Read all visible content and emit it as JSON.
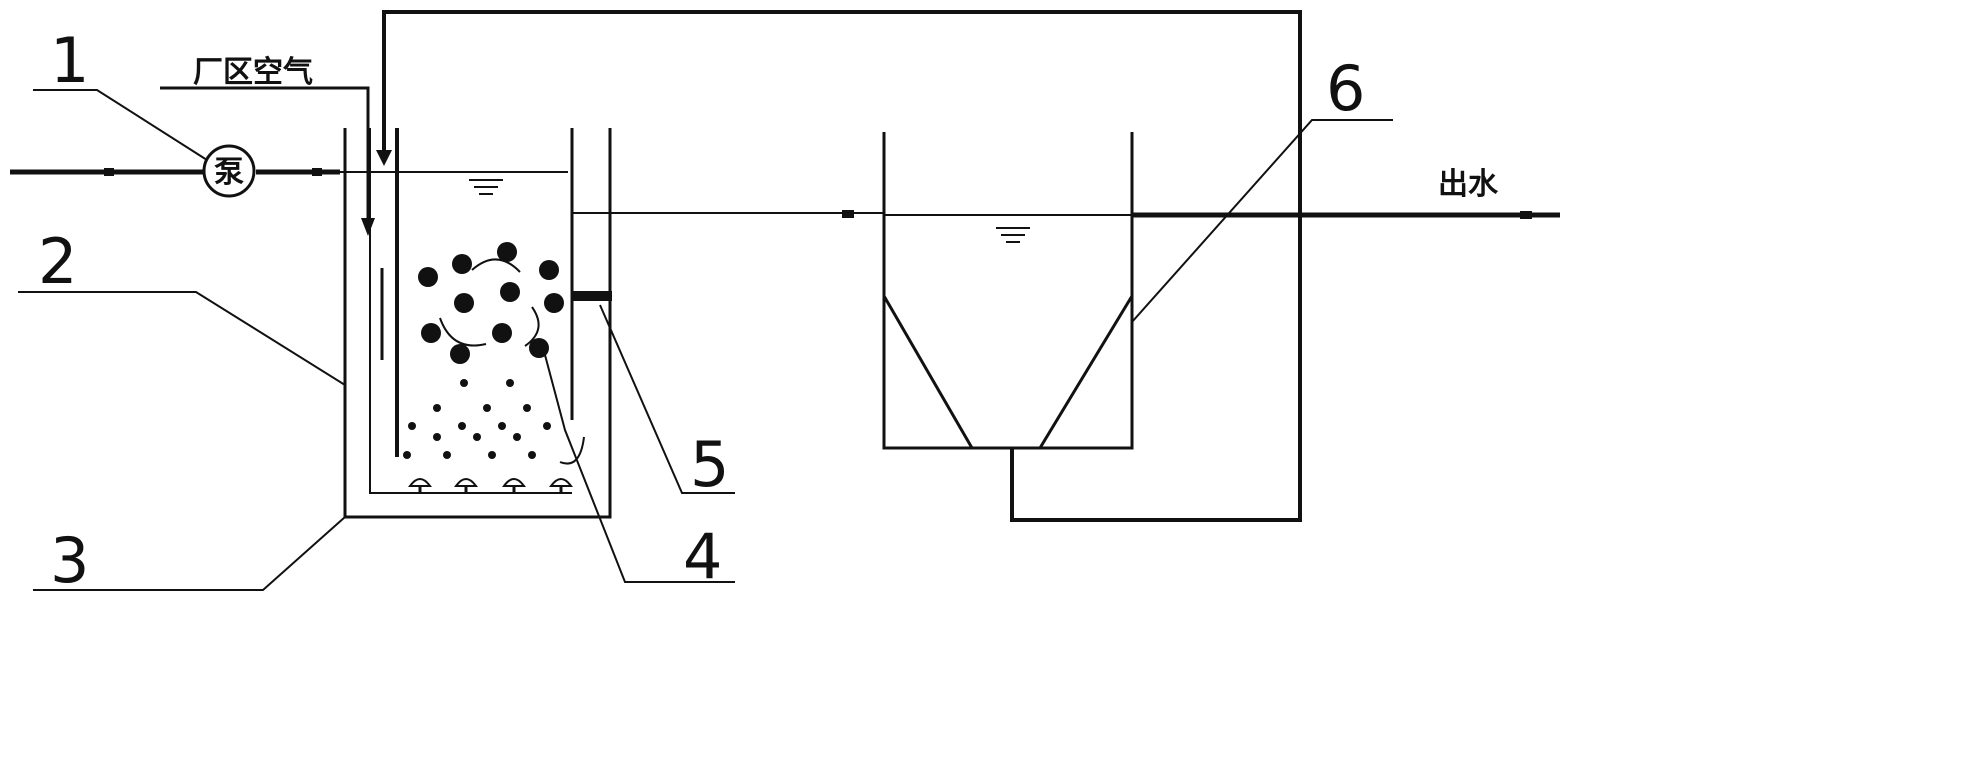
{
  "labels": {
    "n1": "1",
    "n2": "2",
    "n3": "3",
    "n4": "4",
    "n5": "5",
    "n6": "6",
    "air": "厂区空气",
    "outlet": "出水",
    "pump": "泵"
  },
  "components": {
    "pump": "pump-icon",
    "tank": "reactor-tank",
    "settler": "sedimentation-tank",
    "diffusers": "air-diffuser-icon",
    "water_level": "water-level-icon"
  }
}
